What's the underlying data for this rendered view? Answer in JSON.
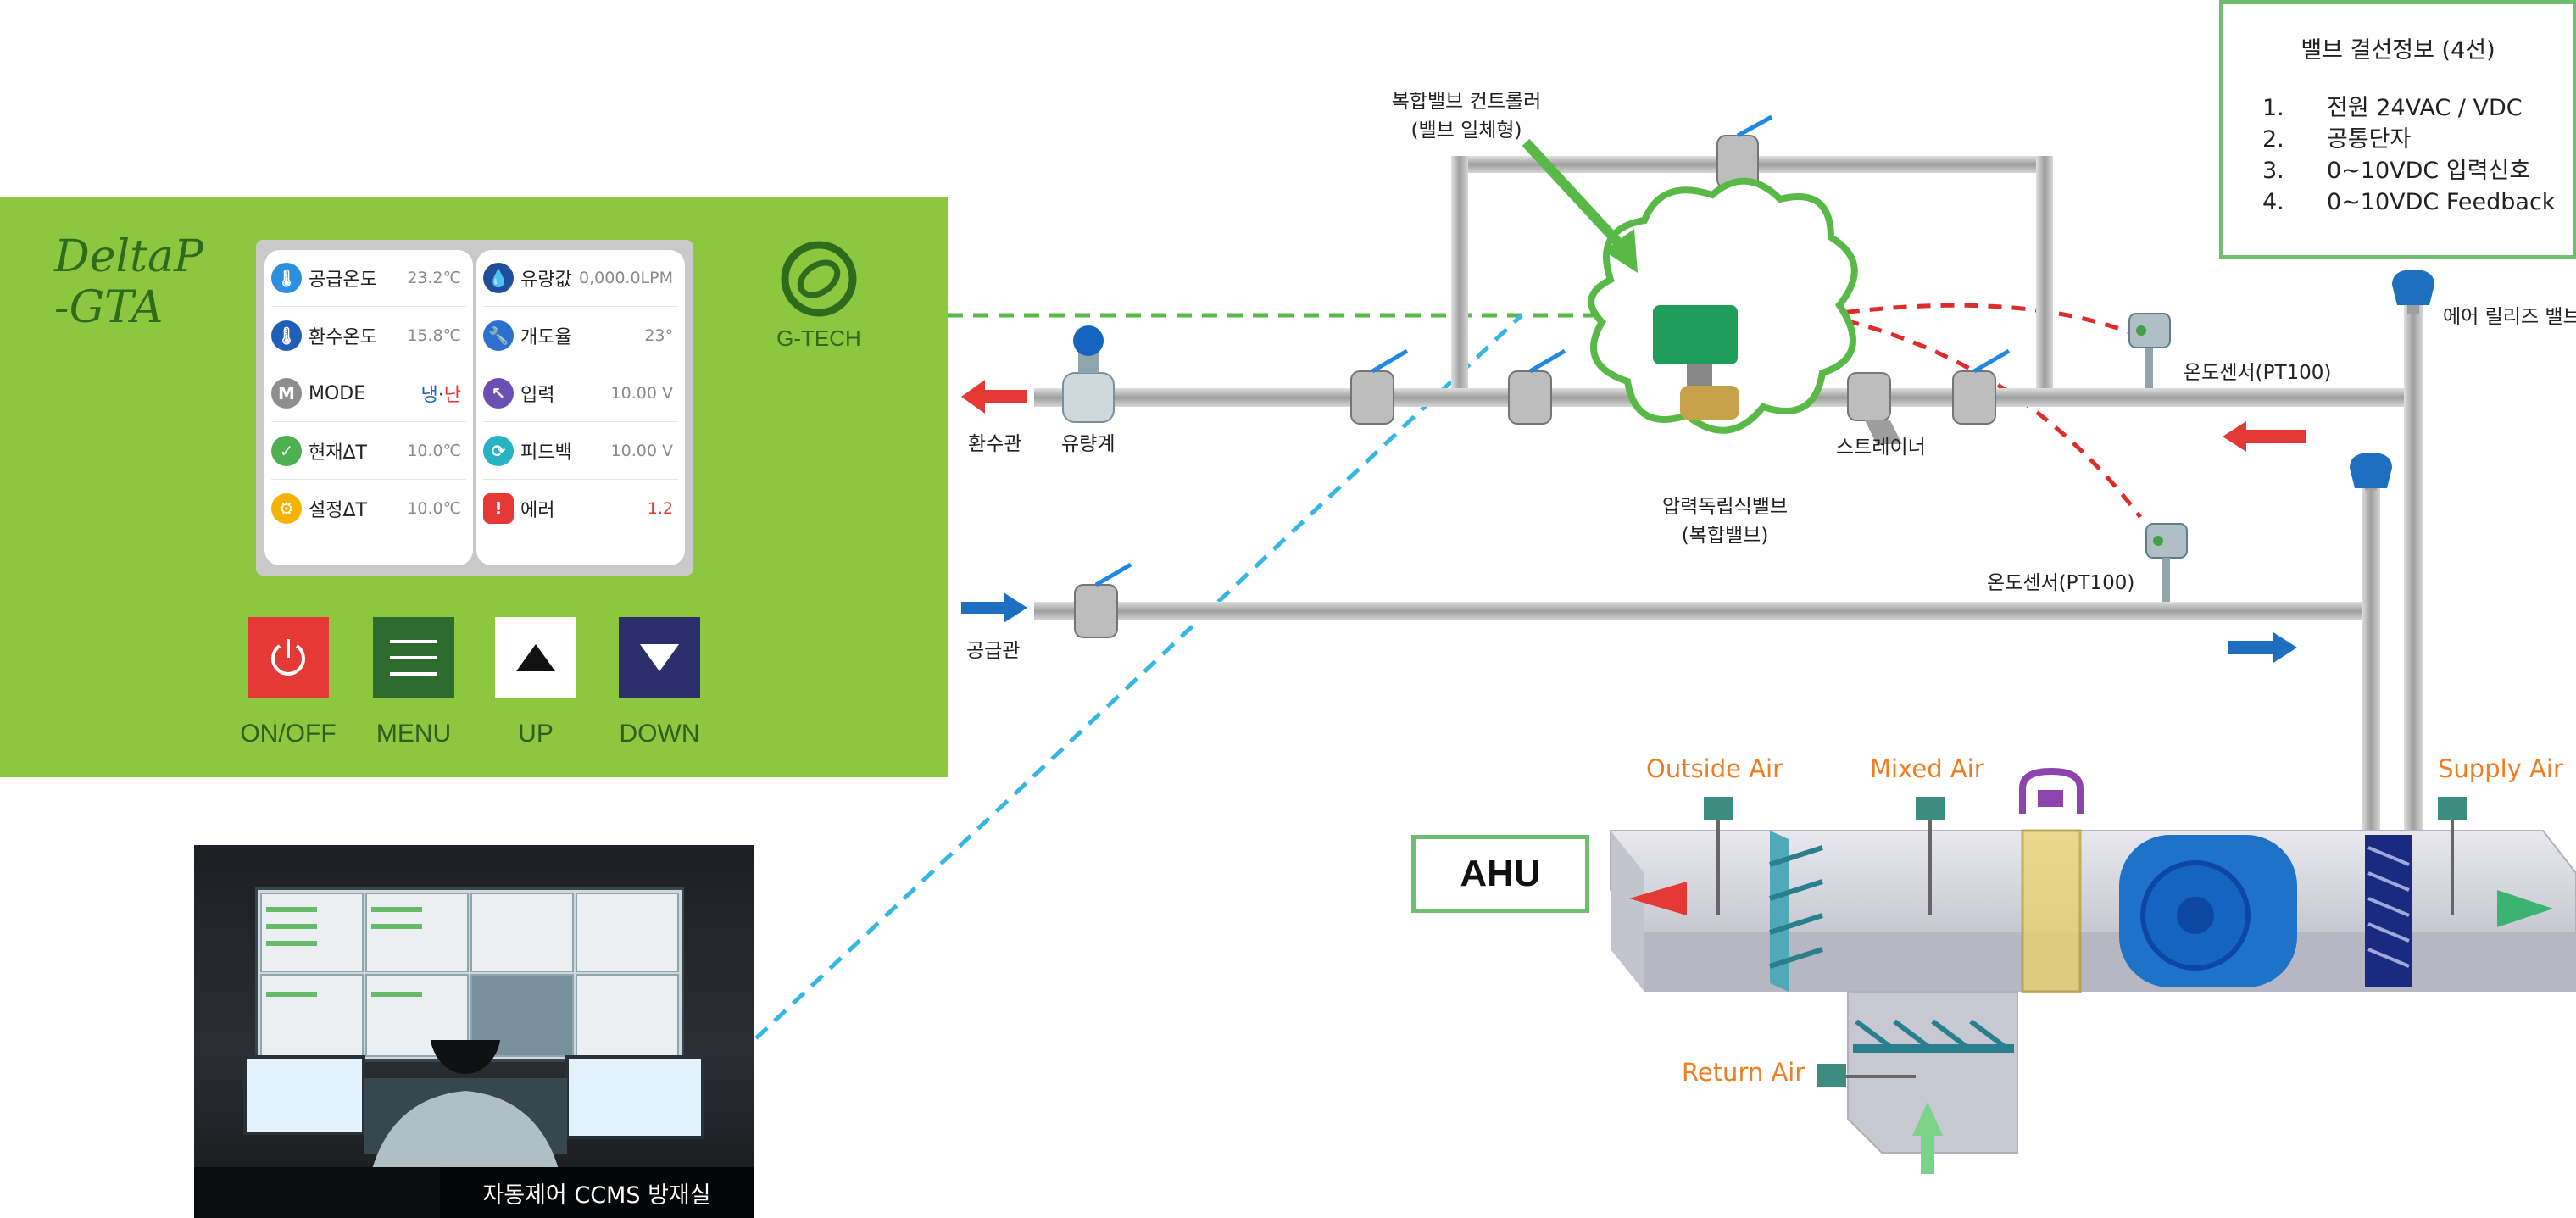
{
  "controller": {
    "brand_line1": "DeltaP",
    "brand_line2": "-GTA",
    "logo": "G-TECH",
    "left_rows": [
      {
        "icon": "thermometer-icon",
        "color": "#2d8fe0",
        "label": "공급온도",
        "value": "23.2℃"
      },
      {
        "icon": "thermometer-icon",
        "color": "#1f5fb8",
        "label": "환수온도",
        "value": "15.8℃"
      },
      {
        "icon": "mode-icon",
        "color": "#8e8e8e",
        "label": "MODE",
        "value_a": "냉",
        "value_sep": "·",
        "value_b": "난"
      },
      {
        "icon": "check-icon",
        "color": "#4caf50",
        "label": "현재ΔT",
        "value": "10.0℃"
      },
      {
        "icon": "gear-icon",
        "color": "#f5b300",
        "label": "설정ΔT",
        "value": "10.0℃"
      }
    ],
    "right_rows": [
      {
        "icon": "drop-icon",
        "color": "#1f4f9c",
        "label": "유량값",
        "value": "0,000.0LPM"
      },
      {
        "icon": "wrench-icon",
        "color": "#2d6fd0",
        "label": "개도율",
        "value": "23°"
      },
      {
        "icon": "arrow-icon",
        "color": "#6c4fb3",
        "label": "입력",
        "value": "10.00 V"
      },
      {
        "icon": "refresh-icon",
        "color": "#26b3c4",
        "label": "피드백",
        "value": "10.00 V"
      },
      {
        "icon": "alert-icon",
        "color": "#e53935",
        "label": "에러",
        "value": "1.2"
      }
    ],
    "buttons": [
      {
        "label": "ON/OFF",
        "color": "#e53935"
      },
      {
        "label": "MENU",
        "color": "#2e6b2e"
      },
      {
        "label": "UP",
        "color": "#ffffff"
      },
      {
        "label": "DOWN",
        "color": "#2b2f6b"
      }
    ]
  },
  "photo": {
    "caption": "자동제어 CCMS 방재실"
  },
  "diagram": {
    "controller_label_1": "복합밸브 컨트롤러",
    "controller_label_2": "(밸브 일체형)",
    "return_pipe": "환수관",
    "supply_pipe": "공급관",
    "flowmeter": "유량계",
    "valve_label_1": "압력독립식밸브",
    "valve_label_2": "(복합밸브)",
    "strainer": "스트레이너",
    "temp_sensor_top": "온도센서(PT100)",
    "temp_sensor_bottom": "온도센서(PT100)",
    "air_release": "에어 릴리즈 밸브",
    "outside_air": "Outside Air",
    "mixed_air": "Mixed Air",
    "supply_air": "Supply Air",
    "return_air": "Return Air",
    "ahu": "AHU"
  },
  "info": {
    "title": "밸브 결선정보 (4선)",
    "items": [
      {
        "num": "1.",
        "text": "전원 24VAC / VDC"
      },
      {
        "num": "2.",
        "text": "공통단자"
      },
      {
        "num": "3.",
        "text": "0~10VDC 입력신호"
      },
      {
        "num": "4.",
        "text": "0~10VDC Feedback"
      }
    ]
  },
  "colors": {
    "panel": "#8dc63f",
    "return_arrow": "#e53935",
    "supply_arrow": "#1e6fc0",
    "signal_green": "#59b947",
    "signal_red": "#e02b2b",
    "signal_cyan": "#35b6e6",
    "accent_label": "#ef7d22"
  }
}
